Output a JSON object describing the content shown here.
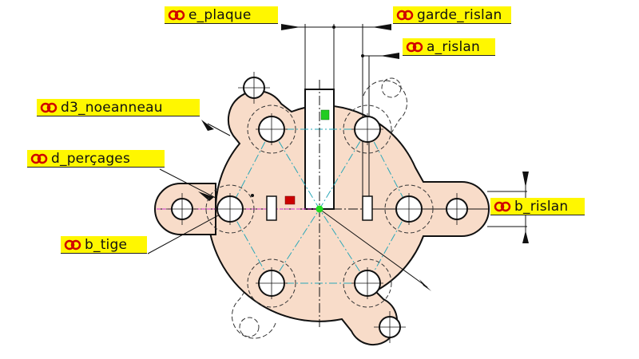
{
  "colors": {
    "plate_fill": "#f8dcc9",
    "outline": "#111111",
    "axis": "#2aa7b8",
    "label_bg": "#fff700",
    "link_icon": "#d00000",
    "marker_green": "#22cc22",
    "marker_red": "#cc0000",
    "tige_line": "#cc33cc"
  },
  "parameters": [
    {
      "id": "e_plaque",
      "label": "e_plaque",
      "icon": "link-icon"
    },
    {
      "id": "garde_rislan",
      "label": "garde_rislan",
      "icon": "link-icon"
    },
    {
      "id": "a_rislan",
      "label": "a_rislan",
      "icon": "link-icon"
    },
    {
      "id": "d3_noeanneau",
      "label": "d3_noeanneau",
      "icon": "link-icon"
    },
    {
      "id": "d_percages",
      "label": "d_perçages",
      "icon": "link-icon"
    },
    {
      "id": "b_rislan",
      "label": "b_rislan",
      "icon": "link-icon"
    },
    {
      "id": "b_tige",
      "label": "b_tige",
      "icon": "link-icon"
    }
  ]
}
